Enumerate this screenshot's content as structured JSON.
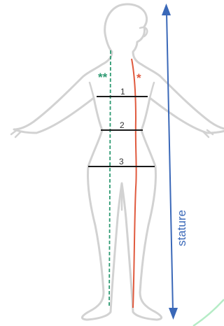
{
  "labels": {
    "line_1": "1",
    "line_2": "2",
    "line_3": "3",
    "front_marker": "**",
    "back_marker": "*",
    "stature": "stature"
  },
  "colors": {
    "outline": "#d2d2d2",
    "measure_line": "#1a1a1a",
    "front_length": "#2e9a72",
    "back_length": "#e05a3e",
    "stature_arrow": "#3a68b8",
    "accent_arc": "#b5ecc6"
  }
}
